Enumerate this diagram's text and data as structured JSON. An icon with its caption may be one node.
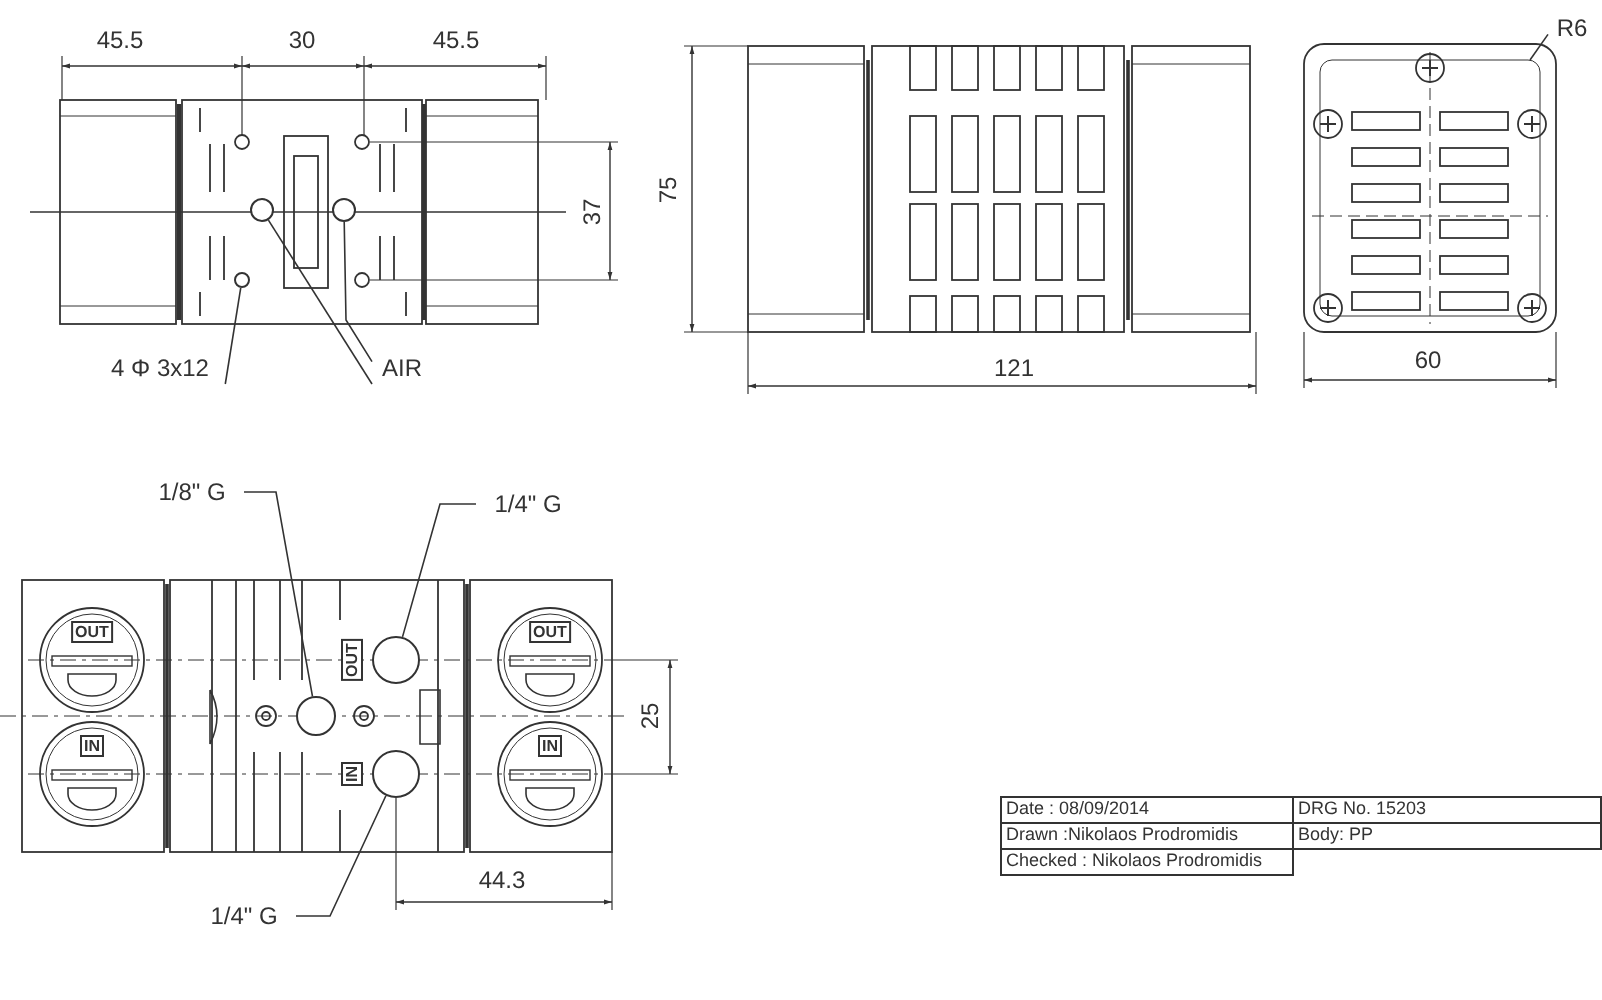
{
  "diagram": {
    "nodes": [
      {
        "text": [
          "4 Φ 3x12"
        ]
      },
      {
        "text": [],
        "shape": "circle"
      },
      {
        "text": [
          "AIR"
        ]
      },
      {
        "text": [],
        "shape": "circle"
      },
      {
        "text": [],
        "shape": "circle"
      },
      {
        "text": [
          "1/8\" G"
        ]
      },
      {
        "text": [],
        "shape": "circle"
      },
      {
        "text": [
          "1/4\" G"
        ]
      },
      {
        "text": [],
        "shape": "circle"
      },
      {
        "text": [
          "1/4\" G"
        ]
      },
      {
        "text": [],
        "shape": "circle"
      },
      {
        "text": [
          "R6"
        ]
      },
      {
        "text": [
          "OUT"
        ]
      },
      {
        "text": [
          "OUT"
        ]
      },
      {
        "text": [
          "OUT"
        ]
      },
      {
        "text": [
          "IN"
        ]
      },
      {
        "text": [
          "IN"
        ]
      },
      {
        "text": [
          "IN"
        ]
      }
    ],
    "edges": [
      {
        "from": 0,
        "to": 1,
        "arrow": "none"
      },
      {
        "from": 2,
        "to": 3,
        "arrow": "none"
      },
      {
        "from": 2,
        "to": 4,
        "arrow": "none"
      },
      {
        "from": 5,
        "to": 6,
        "arrow": "none"
      },
      {
        "from": 7,
        "to": 8,
        "arrow": "none"
      },
      {
        "from": 9,
        "to": 10,
        "arrow": "none"
      },
      {
        "from": 11,
        "to": null,
        "arrow": "none"
      }
    ],
    "labels": [
      "45.5",
      "30",
      "45.5",
      "37",
      "75",
      "121",
      "60",
      "25",
      "44.3",
      "Date : 08/09/2014",
      "DRG No. 15203",
      "Drawn :Nikolaos Prodromidis",
      "Body: PP",
      "Checked : Nikolaos Prodromidis"
    ]
  }
}
